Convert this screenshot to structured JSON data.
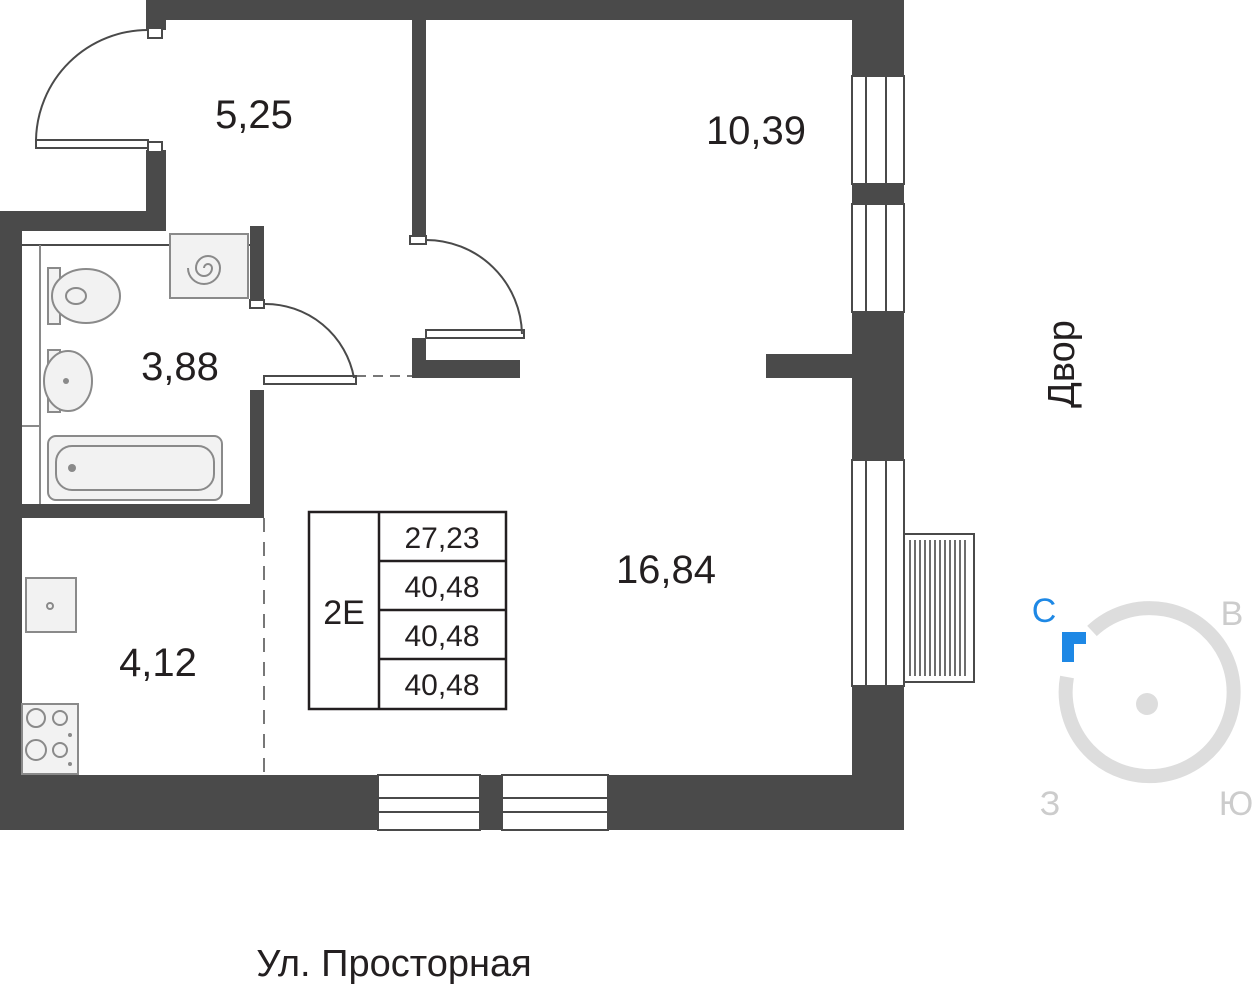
{
  "rooms": {
    "hall": "5,25",
    "bedroom": "10,39",
    "bathroom": "3,88",
    "kitchen": "4,12",
    "living": "16,84"
  },
  "apartment": {
    "type": "2Е",
    "areas": [
      "27,23",
      "40,48",
      "40,48",
      "40,48"
    ]
  },
  "labels": {
    "yard": "Двор",
    "street": "Ул. Просторная"
  },
  "compass": {
    "north": "С",
    "east": "В",
    "south": "Ю",
    "west": "З",
    "north_color": "#1e88e5",
    "ring_color": "#dddddd",
    "letter_color": "#cccccc"
  },
  "colors": {
    "wall": "#4a4a4a",
    "text": "#231f20"
  }
}
